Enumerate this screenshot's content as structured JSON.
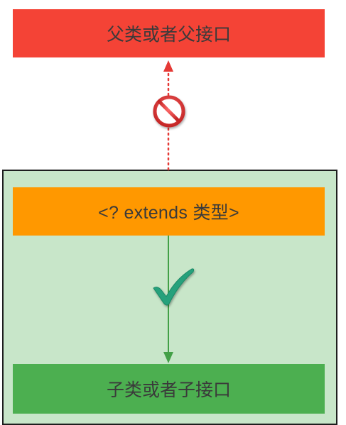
{
  "diagram": {
    "parent_label": "父类或者父接口",
    "wildcard_label": "<?   extends 类型>",
    "child_label": "子类或者子接口"
  },
  "icons": {
    "blocked": "prohibited-icon",
    "allowed": "checkmark-icon"
  },
  "colors": {
    "parent_fill": "#f44336",
    "wildcard_fill": "#ff9800",
    "child_fill": "#4caf50",
    "container_fill": "#c8e6c9",
    "blocked_arrow": "#e53935",
    "allowed_arrow": "#43a047",
    "check_mark": "#26a17b"
  }
}
